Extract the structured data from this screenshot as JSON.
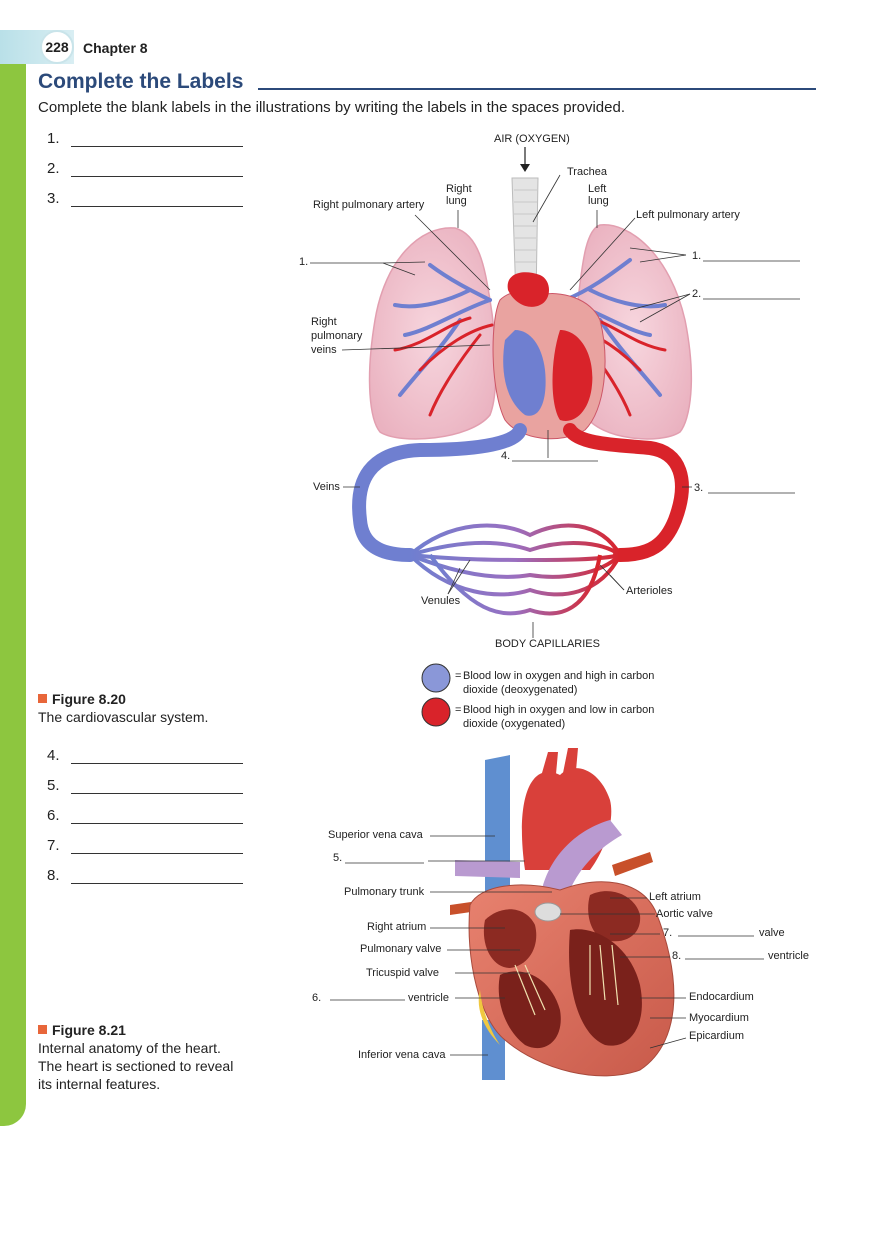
{
  "header": {
    "page_number": "228",
    "chapter": "Chapter 8"
  },
  "section": {
    "title": "Complete the Labels",
    "instructions": "Complete the blank labels in the illustrations by writing the labels in the spaces provided."
  },
  "answers_top": [
    "1.",
    "2.",
    "3."
  ],
  "answers_bottom": [
    "4.",
    "5.",
    "6.",
    "7.",
    "8."
  ],
  "figure_20": {
    "title": "Figure 8.20",
    "caption": "The cardiovascular system.",
    "labels": {
      "air": "AIR (OXYGEN)",
      "trachea": "Trachea",
      "right_lung_1": "Right",
      "right_lung_2": "lung",
      "left_lung_1": "Left",
      "left_lung_2": "lung",
      "right_pulm_artery": "Right pulmonary artery",
      "left_pulm_artery": "Left pulmonary artery",
      "blank1_left": "1.",
      "blank1_right": "1.",
      "blank2": "2.",
      "right_pulm_veins_1": "Right",
      "right_pulm_veins_2": "pulmonary",
      "right_pulm_veins_3": "veins",
      "blank4": "4.",
      "veins": "Veins",
      "blank3": "3.",
      "venules": "Venules",
      "arterioles": "Arterioles",
      "body_capillaries": "BODY CAPILLARIES"
    },
    "legend": [
      {
        "color": "#8a97d8",
        "text1": "Blood low in oxygen and high in carbon",
        "text2": "dioxide (deoxygenated)"
      },
      {
        "color": "#d9232a",
        "text1": "Blood high in oxygen and low in carbon",
        "text2": "dioxide (oxygenated)"
      }
    ]
  },
  "figure_21": {
    "title": "Figure 8.21",
    "caption_lines": [
      "Internal anatomy of the heart.",
      "The heart is sectioned to reveal",
      "its internal features."
    ],
    "labels": {
      "superior_vena_cava": "Superior vena cava",
      "blank5": "5.",
      "pulmonary_trunk": "Pulmonary trunk",
      "right_atrium": "Right atrium",
      "pulmonary_valve": "Pulmonary valve",
      "tricuspid_valve": "Tricuspid valve",
      "blank6": "6.",
      "blank6_suffix": "ventricle",
      "inferior_vena_cava": "Inferior vena cava",
      "left_atrium": "Left atrium",
      "aortic_valve": "Aortic valve",
      "blank7": "7.",
      "blank7_suffix": "valve",
      "blank8": "8.",
      "blank8_suffix": "ventricle",
      "endocardium": "Endocardium",
      "myocardium": "Myocardium",
      "epicardium": "Epicardium"
    }
  },
  "colors": {
    "green_bar": "#8dc63f",
    "title_blue": "#2c4a7a",
    "artery_red": "#d9232a",
    "vein_blue": "#6f7fd0"
  }
}
